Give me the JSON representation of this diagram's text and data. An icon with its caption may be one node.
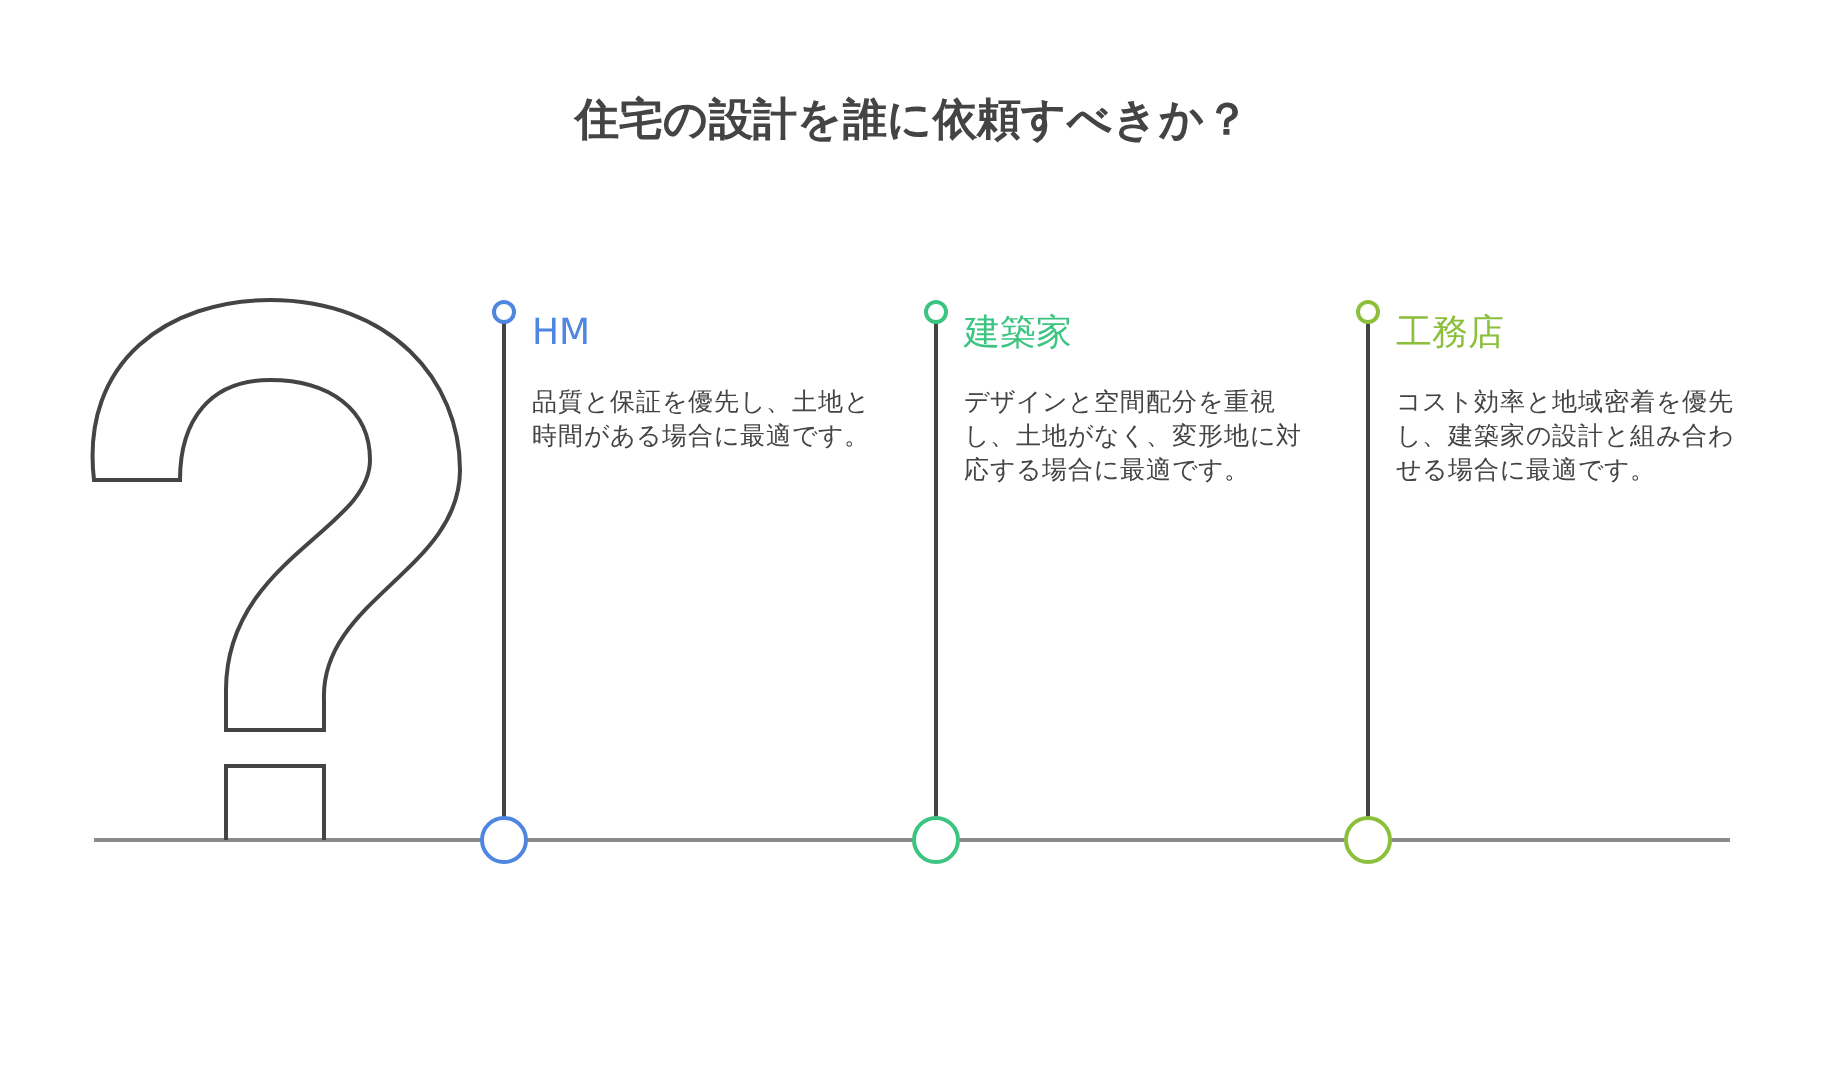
{
  "diagram": {
    "title": "住宅の設計を誰に依頼すべきか？",
    "nodes": [
      {
        "text": [
          "HM",
          "品質と保証を優先し、土地と時間がある場合に最適です。"
        ]
      },
      {
        "text": [
          "建築家",
          "デザインと空間配分を重視し、土地がなく、変形地に対応する場合に最適です。"
        ]
      },
      {
        "text": [
          "工務店",
          "コスト効率と地域密着を優先し、建築家の設計と組み合わせる場合に最適です。"
        ]
      }
    ]
  }
}
